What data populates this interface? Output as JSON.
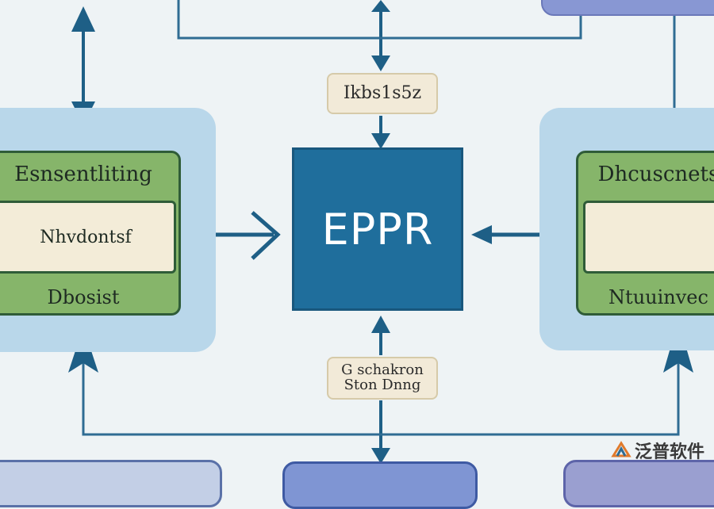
{
  "center": {
    "label": "EPPR"
  },
  "top_label": "Ikbs1s5z",
  "bottom_label": {
    "line1": "G schakron",
    "line2": "Ston Dnng"
  },
  "left_module": {
    "title": "Esnsentliting",
    "middle": "Nhvdontsf",
    "bottom": "Dbosist"
  },
  "right_module": {
    "title": "Dhcuscnets",
    "middle": "",
    "bottom": "Ntuuinvec"
  },
  "watermark": {
    "text": "泛普软件"
  },
  "colors": {
    "background": "#eef3f5",
    "center_box": "#1f6e9c",
    "outer_panel": "#b9d7ea",
    "green_module": "#86b56a",
    "cream_field": "#f3ecd8",
    "arrow": "#1e5f86"
  }
}
